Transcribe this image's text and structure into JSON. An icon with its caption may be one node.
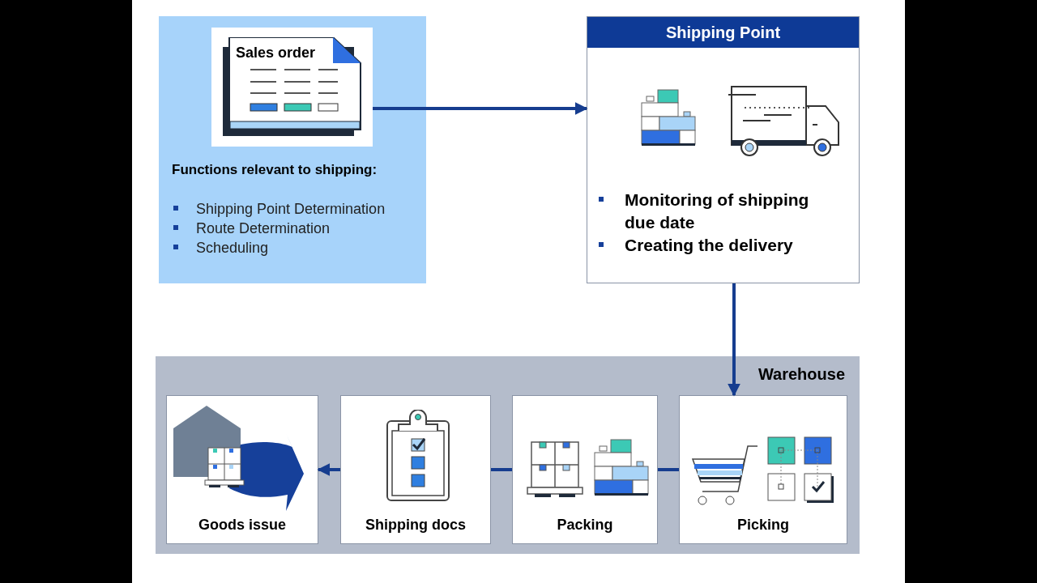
{
  "diagram": {
    "nodes": [
      {
        "text": [
          "Functions relevant to shipping:",
          "Shipping Point Determination",
          "Route Determination",
          "Scheduling"
        ]
      },
      {
        "text": [
          "Sales order"
        ],
        "in": 0
      },
      {
        "text": [
          "Shipping Point",
          "Monitoring of shipping due date",
          "Creating the delivery"
        ]
      },
      {
        "text": [
          "Warehouse"
        ]
      },
      {
        "text": [
          "Goods issue"
        ],
        "in": 3
      },
      {
        "text": [
          "Shipping docs"
        ],
        "in": 3
      },
      {
        "text": [
          "Packing"
        ],
        "in": 3
      },
      {
        "text": [
          "Picking"
        ],
        "in": 3
      }
    ],
    "edges": [
      {
        "from": 1,
        "to": 2,
        "arrow": "to"
      },
      {
        "from": 2,
        "to": 7,
        "arrow": "to"
      },
      {
        "from": 7,
        "to": 6,
        "arrow": "none"
      },
      {
        "from": 6,
        "to": 5,
        "arrow": "none"
      },
      {
        "from": 5,
        "to": 4,
        "arrow": "to"
      }
    ]
  }
}
